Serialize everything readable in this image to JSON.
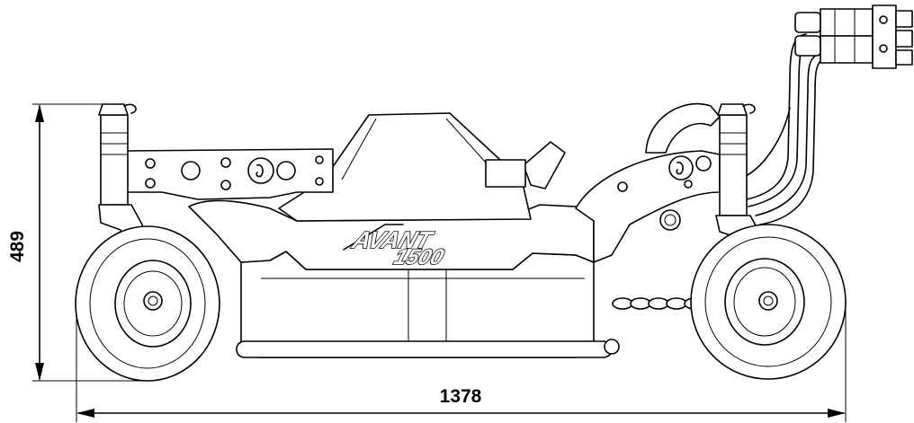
{
  "dimensions": {
    "height_label": "489",
    "width_label": "1378"
  },
  "logo": {
    "brand": "AVANT",
    "model": "1500"
  },
  "colors": {
    "line": "#000000",
    "background": "#ffffff"
  }
}
